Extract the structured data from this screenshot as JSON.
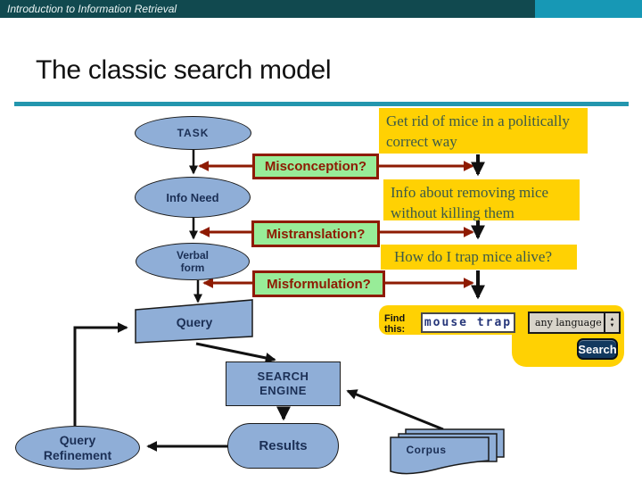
{
  "header": {
    "course": "Introduction to Information Retrieval"
  },
  "title": "The classic search model",
  "diagram": {
    "nodes": {
      "task": "TASK",
      "info_need": "Info Need",
      "verbal_form": "Verbal form",
      "query": "Query",
      "search_engine": "SEARCH ENGINE",
      "results": "Results",
      "query_refinement": "Query Refinement",
      "corpus": "Corpus"
    },
    "problems": {
      "misconception": "Misconception?",
      "mistranslation": "Mistranslation?",
      "misformulation": "Misformulation?"
    },
    "examples": {
      "task_example": "Get rid of mice in a politically correct way",
      "info_need_example": "Info about removing mice without killing them",
      "verbal_form_example": "How do I trap mice alive?"
    }
  },
  "search_widget": {
    "find_label": "Find this:",
    "query_value": "mouse trap",
    "language_option": "any language",
    "spinner_up": "▲",
    "spinner_down": "▼",
    "search_button": "Search"
  },
  "colors": {
    "header_bar": "#11494F",
    "header_accent": "#1798B5",
    "title_rule": "#2396AE",
    "node_fill": "#8FAED7",
    "node_text": "#1B2F55",
    "problem_fill": "#98EC98",
    "problem_red": "#8E1A02",
    "example_fill": "#FFD103",
    "example_text": "#3C5A48",
    "button_navy": "#12395F"
  }
}
